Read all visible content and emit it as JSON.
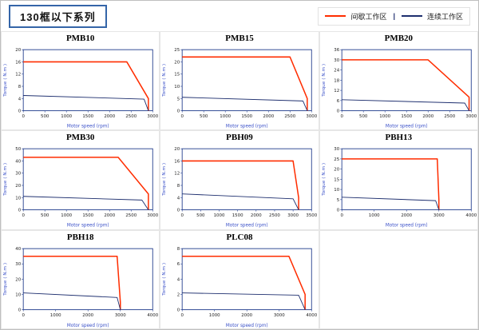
{
  "header": {
    "title": "130框以下系列"
  },
  "legend": {
    "intermittent": "间歇工作区",
    "continuous": "连续工作区",
    "divider": "|",
    "intermittent_color": "#ff2d00",
    "continuous_color": "#1d2e6e"
  },
  "chart_data": [
    {
      "type": "line",
      "title": "PMB10",
      "xlabel": "Motor speed (rpm)",
      "ylabel": "Torque ( N.m )",
      "xlim": [
        0,
        3000
      ],
      "xticks": [
        0,
        500,
        1000,
        1500,
        2000,
        2500,
        3000
      ],
      "ylim": [
        0,
        20
      ],
      "yticks": [
        0,
        4,
        8,
        12,
        16,
        20
      ],
      "legend_position": "none",
      "grid": false,
      "series": [
        {
          "name": "间歇工作区",
          "color": "#ff2d00",
          "points": [
            [
              0,
              16
            ],
            [
              2400,
              16
            ],
            [
              2900,
              4
            ],
            [
              2900,
              0
            ]
          ]
        },
        {
          "name": "连续工作区",
          "color": "#1d2e6e",
          "points": [
            [
              0,
              5
            ],
            [
              2800,
              3.8
            ],
            [
              2900,
              0
            ]
          ]
        }
      ]
    },
    {
      "type": "line",
      "title": "PMB15",
      "xlabel": "Motor speed (rpm)",
      "ylabel": "Torque ( N.m )",
      "xlim": [
        0,
        3000
      ],
      "xticks": [
        0,
        500,
        1000,
        1500,
        2000,
        2500,
        3000
      ],
      "ylim": [
        0,
        25
      ],
      "yticks": [
        0,
        5,
        10,
        15,
        20,
        25
      ],
      "legend_position": "none",
      "grid": false,
      "series": [
        {
          "name": "间歇工作区",
          "color": "#ff2d00",
          "points": [
            [
              0,
              22
            ],
            [
              2500,
              22
            ],
            [
              2900,
              5
            ],
            [
              2900,
              0
            ]
          ]
        },
        {
          "name": "连续工作区",
          "color": "#1d2e6e",
          "points": [
            [
              0,
              5.5
            ],
            [
              2800,
              4
            ],
            [
              2900,
              0
            ]
          ]
        }
      ]
    },
    {
      "type": "line",
      "title": "PMB20",
      "xlabel": "Motor speed (rpm)",
      "ylabel": "Torque ( N.m )",
      "xlim": [
        0,
        3000
      ],
      "xticks": [
        0,
        500,
        1000,
        1500,
        2000,
        2500,
        3000
      ],
      "ylim": [
        0,
        36
      ],
      "yticks": [
        0,
        6,
        12,
        18,
        24,
        30,
        36
      ],
      "legend_position": "none",
      "grid": false,
      "series": [
        {
          "name": "间歇工作区",
          "color": "#ff2d00",
          "points": [
            [
              0,
              30
            ],
            [
              2000,
              30
            ],
            [
              2950,
              8
            ],
            [
              2950,
              0
            ]
          ]
        },
        {
          "name": "连续工作区",
          "color": "#1d2e6e",
          "points": [
            [
              0,
              6.5
            ],
            [
              2850,
              4.5
            ],
            [
              2950,
              0
            ]
          ]
        }
      ]
    },
    {
      "type": "line",
      "title": "PMB30",
      "xlabel": "Motor speed (rpm)",
      "ylabel": "Torque ( N.m )",
      "xlim": [
        0,
        3000
      ],
      "xticks": [
        0,
        500,
        1000,
        1500,
        2000,
        2500,
        3000
      ],
      "ylim": [
        0,
        50
      ],
      "yticks": [
        0,
        10,
        20,
        30,
        40,
        50
      ],
      "legend_position": "none",
      "grid": false,
      "series": [
        {
          "name": "间歇工作区",
          "color": "#ff2d00",
          "points": [
            [
              0,
              43
            ],
            [
              2200,
              43
            ],
            [
              2900,
              13
            ],
            [
              2900,
              0
            ]
          ]
        },
        {
          "name": "连续工作区",
          "color": "#1d2e6e",
          "points": [
            [
              0,
              11
            ],
            [
              2750,
              8
            ],
            [
              2900,
              0
            ]
          ]
        }
      ]
    },
    {
      "type": "line",
      "title": "PBH09",
      "xlabel": "Motor speed (rpm)",
      "ylabel": "Torque ( N.m )",
      "xlim": [
        0,
        3500
      ],
      "xticks": [
        0,
        500,
        1000,
        1500,
        2000,
        2500,
        3000,
        3500
      ],
      "ylim": [
        0,
        20
      ],
      "yticks": [
        0,
        4,
        8,
        12,
        16,
        20
      ],
      "legend_position": "none",
      "grid": false,
      "series": [
        {
          "name": "间歇工作区",
          "color": "#ff2d00",
          "points": [
            [
              0,
              16
            ],
            [
              3000,
              16
            ],
            [
              3150,
              4
            ],
            [
              3150,
              0
            ]
          ]
        },
        {
          "name": "连续工作区",
          "color": "#1d2e6e",
          "points": [
            [
              0,
              5.2
            ],
            [
              3000,
              3.6
            ],
            [
              3150,
              0
            ]
          ]
        }
      ]
    },
    {
      "type": "line",
      "title": "PBH13",
      "xlabel": "Motor speed (rpm)",
      "ylabel": "Torque ( N.m )",
      "xlim": [
        0,
        4000
      ],
      "xticks": [
        0,
        1000,
        2000,
        3000,
        4000
      ],
      "ylim": [
        0,
        30
      ],
      "yticks": [
        0,
        5,
        10,
        15,
        20,
        25,
        30
      ],
      "legend_position": "none",
      "grid": false,
      "series": [
        {
          "name": "间歇工作区",
          "color": "#ff2d00",
          "points": [
            [
              0,
              25
            ],
            [
              2950,
              25
            ],
            [
              3000,
              5
            ],
            [
              3000,
              0
            ]
          ]
        },
        {
          "name": "连续工作区",
          "color": "#1d2e6e",
          "points": [
            [
              0,
              6.2
            ],
            [
              2900,
              4.5
            ],
            [
              3000,
              0
            ]
          ]
        }
      ]
    },
    {
      "type": "line",
      "title": "PBH18",
      "xlabel": "Motor speed (rpm)",
      "ylabel": "Torque ( N.m )",
      "xlim": [
        0,
        4000
      ],
      "xticks": [
        0,
        1000,
        2000,
        3000,
        4000
      ],
      "ylim": [
        0,
        40
      ],
      "yticks": [
        0,
        10,
        20,
        30,
        40
      ],
      "legend_position": "none",
      "grid": false,
      "series": [
        {
          "name": "间歇工作区",
          "color": "#ff2d00",
          "points": [
            [
              0,
              35
            ],
            [
              2900,
              35
            ],
            [
              3000,
              5
            ],
            [
              3000,
              0
            ]
          ]
        },
        {
          "name": "连续工作区",
          "color": "#1d2e6e",
          "points": [
            [
              0,
              11
            ],
            [
              2900,
              8
            ],
            [
              3000,
              0
            ]
          ]
        }
      ]
    },
    {
      "type": "line",
      "title": "PLC08",
      "xlabel": "Motor speed (rpm)",
      "ylabel": "Torque ( N.m )",
      "xlim": [
        0,
        4000
      ],
      "xticks": [
        0,
        1000,
        2000,
        3000,
        4000
      ],
      "ylim": [
        0,
        8
      ],
      "yticks": [
        0,
        2,
        4,
        6,
        8
      ],
      "legend_position": "none",
      "grid": false,
      "series": [
        {
          "name": "间歇工作区",
          "color": "#ff2d00",
          "points": [
            [
              0,
              7
            ],
            [
              3300,
              7
            ],
            [
              3800,
              2
            ],
            [
              3800,
              0
            ]
          ]
        },
        {
          "name": "连续工作区",
          "color": "#1d2e6e",
          "points": [
            [
              0,
              2.2
            ],
            [
              3600,
              1.9
            ],
            [
              3800,
              0
            ]
          ]
        }
      ]
    }
  ]
}
